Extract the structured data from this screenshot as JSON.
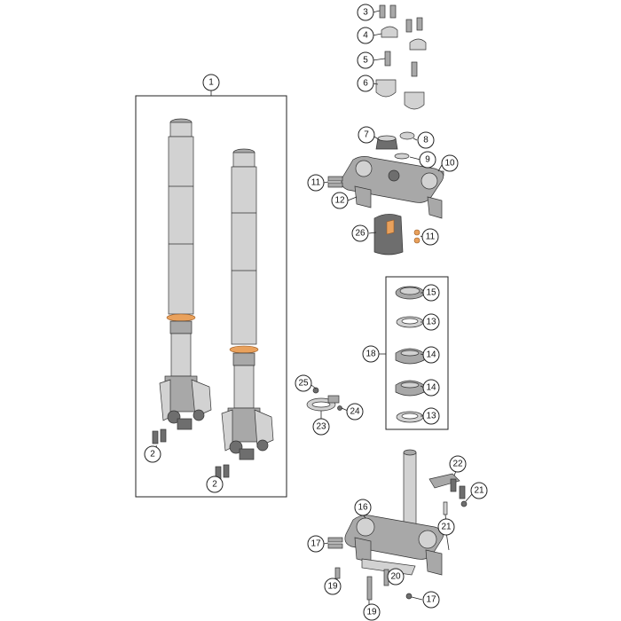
{
  "colors": {
    "part_light": "#d2d2d2",
    "part_mid": "#a8a8a8",
    "part_dark": "#6e6e6e",
    "accent_orange": "#e9a15c",
    "line": "#222222",
    "background": "#ffffff"
  },
  "callouts": {
    "c1": "1",
    "c2a": "2",
    "c2b": "2",
    "c3": "3",
    "c4": "4",
    "c5": "5",
    "c6": "6",
    "c7": "7",
    "c8": "8",
    "c9": "9",
    "c10": "10",
    "c11a": "11",
    "c11b": "11",
    "c12": "12",
    "c26": "26",
    "c15": "15",
    "c13a": "13",
    "c18": "18",
    "c14a": "14",
    "c14b": "14",
    "c13b": "13",
    "c25": "25",
    "c24": "24",
    "c23": "23",
    "c22": "22",
    "c21a": "21",
    "c21b": "21",
    "c16": "16",
    "c17a": "17",
    "c17b": "17",
    "c19a": "19",
    "c19b": "19",
    "c20": "20"
  }
}
